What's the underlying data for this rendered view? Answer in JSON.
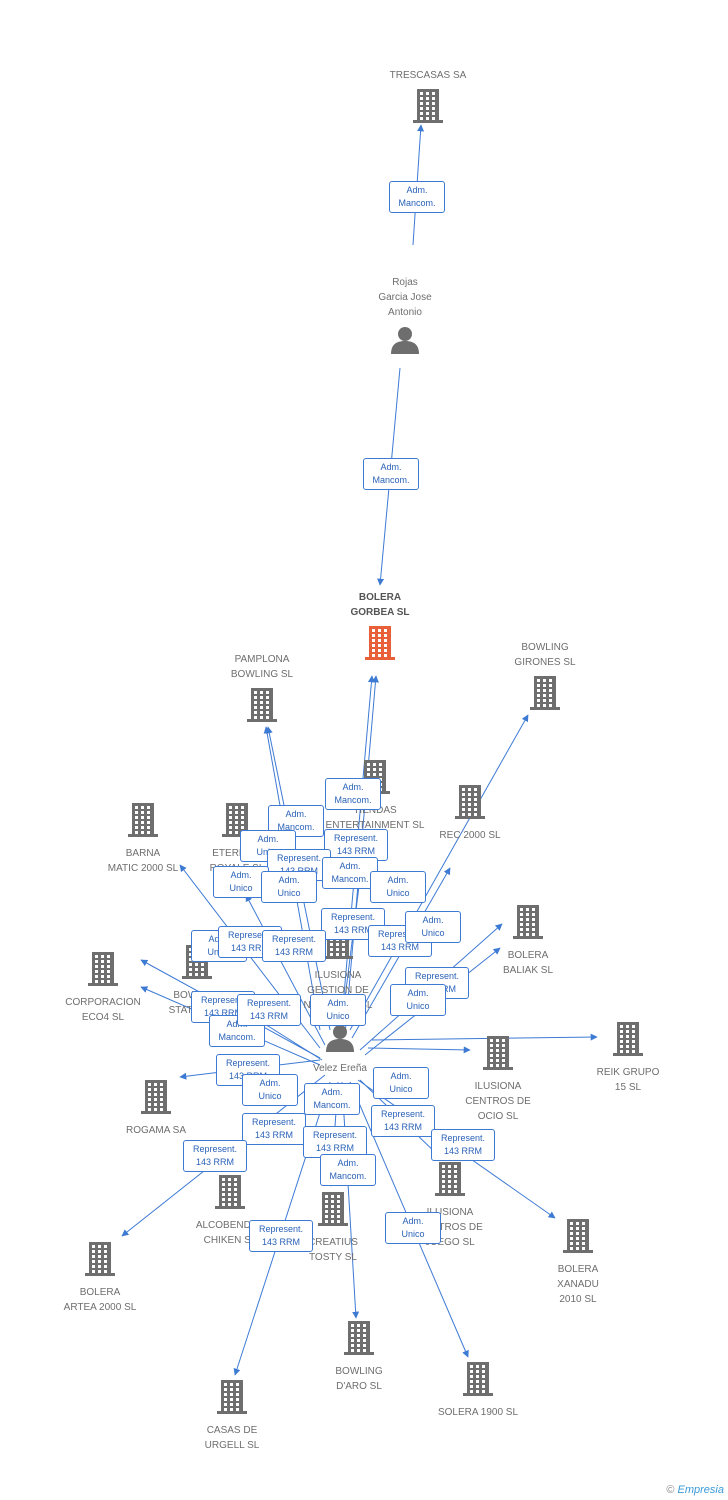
{
  "nodes": [
    {
      "id": "trescasas",
      "label": "TRESCASAS SA",
      "kind": "company"
    },
    {
      "id": "rojas",
      "label": "Rojas\nGarcia Jose\nAntonio",
      "kind": "person"
    },
    {
      "id": "gorbea",
      "label": "BOLERA\nGORBEA SL",
      "kind": "company",
      "main": true
    },
    {
      "id": "pamplona",
      "label": "PAMPLONA\nBOWLING SL",
      "kind": "company"
    },
    {
      "id": "girones",
      "label": "BOWLING\nGIRONES SL",
      "kind": "company"
    },
    {
      "id": "barna",
      "label": "BARNA\nMATIC 2000  SL",
      "kind": "company"
    },
    {
      "id": "eternal",
      "label": "ETERNAL-\nROYALE SL",
      "kind": "company"
    },
    {
      "id": "tiendas",
      "label": "TIENDAS\nENTERTAINMENT SL",
      "kind": "company"
    },
    {
      "id": "rec2000",
      "label": "REC 2000 SL",
      "kind": "company"
    },
    {
      "id": "baliak",
      "label": "BOLERA\nBALIAK SL",
      "kind": "company"
    },
    {
      "id": "corporacion",
      "label": "CORPORACION\nECO4  SL",
      "kind": "company"
    },
    {
      "id": "station",
      "label": "BOWLING\nSTATION SL",
      "kind": "company"
    },
    {
      "id": "gestion",
      "label": "ILUSIONA\nGESTION DE\nNEGOCIOS SL",
      "kind": "company"
    },
    {
      "id": "reik",
      "label": "REIK GRUPO\n15 SL",
      "kind": "company"
    },
    {
      "id": "velez",
      "label": "Velez Ereña",
      "kind": "person"
    },
    {
      "id": "ocio",
      "label": "ILUSIONA\nCENTROS DE\nOCIO SL",
      "kind": "company"
    },
    {
      "id": "rogama",
      "label": "ROGAMA SA",
      "kind": "company"
    },
    {
      "id": "alcobendas",
      "label": "ALCOBENDAS\nCHIKEN SL",
      "kind": "company"
    },
    {
      "id": "juego",
      "label": "ILUSIONA\nCENTROS DE\nJUEGO SL",
      "kind": "company"
    },
    {
      "id": "xanadu",
      "label": "BOLERA\nXANADU\n2010 SL",
      "kind": "company"
    },
    {
      "id": "creatius",
      "label": "CREATIUS\nTOSTY SL",
      "kind": "company"
    },
    {
      "id": "artea",
      "label": "BOLERA\nARTEA 2000  SL",
      "kind": "company"
    },
    {
      "id": "daro",
      "label": "BOWLING\nD'ARO SL",
      "kind": "company"
    },
    {
      "id": "solera",
      "label": "SOLERA 1900 SL",
      "kind": "company"
    },
    {
      "id": "urgell",
      "label": "CASAS DE\nURGELL  SL",
      "kind": "company"
    }
  ],
  "edge_labels": [
    {
      "text": "Adm.\nMancom."
    },
    {
      "text": "Adm.\nMancom."
    },
    {
      "text": "Adm.\nMancom."
    },
    {
      "text": "Adm.\nUnico"
    },
    {
      "text": "Adm.\nMancom."
    },
    {
      "text": "Represent.\n143 RRM"
    },
    {
      "text": "Represent.\n143 RRM"
    },
    {
      "text": "Adm.\nMancom."
    },
    {
      "text": "Adm.\nUnico"
    },
    {
      "text": "Adm.\nUnico"
    },
    {
      "text": "Adm.\nUnico"
    },
    {
      "text": "Represent.\n143 RRM"
    },
    {
      "text": "Adm.\nUnico"
    },
    {
      "text": "Represent.\n143 RRM"
    },
    {
      "text": "Represent.\n143 RRM"
    },
    {
      "text": "Represent.\n143 RRM"
    },
    {
      "text": "Adm.\nUnico"
    },
    {
      "text": "Represent.\n143 RRM"
    },
    {
      "text": "Represent.\n143 RRM"
    },
    {
      "text": "Adm.\nUnico"
    },
    {
      "text": "Adm.\nMancom."
    },
    {
      "text": "Represent.\n143 RRM"
    },
    {
      "text": "Adm.\nUnico"
    },
    {
      "text": "Represent.\n143 RRM"
    },
    {
      "text": "Adm.\nUnico"
    },
    {
      "text": "Adm.\nUnico"
    },
    {
      "text": "Adm.\nMancom."
    },
    {
      "text": "Represent.\n143 RRM"
    },
    {
      "text": "Represent.\n143 RRM"
    },
    {
      "text": "Represent.\n143 RRM"
    },
    {
      "text": "Represent.\n143 RRM"
    },
    {
      "text": "Represent.\n143 RRM"
    },
    {
      "text": "Adm.\nMancom."
    },
    {
      "text": "Adm.\nUnico"
    },
    {
      "text": "Represent.\n143 RRM"
    }
  ],
  "colors": {
    "edge": "#3d7ad4",
    "company_icon": "#6e6e6e",
    "main_icon": "#e8603a",
    "person_icon": "#6e6e6e"
  },
  "credit": {
    "symbol": "©",
    "brand": "Empresia"
  }
}
